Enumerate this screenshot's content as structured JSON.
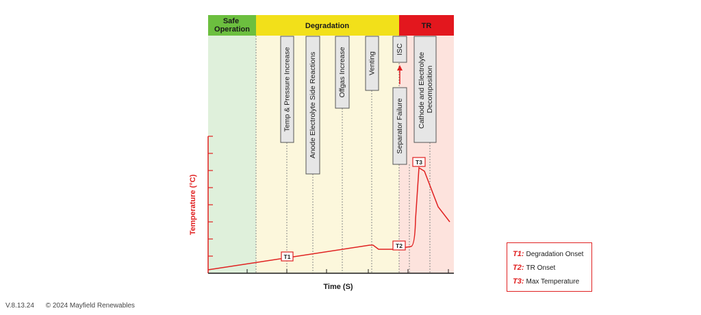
{
  "phases": [
    {
      "label": "Safe\nOperation",
      "color": "#6cbf3f",
      "bg": "#dff0db"
    },
    {
      "label": "Degradation",
      "color": "#f2e01a",
      "bg": "#fcf7dc"
    },
    {
      "label": "TR",
      "color": "#e3171e",
      "bg": "#fde3dd"
    }
  ],
  "events": [
    "Temp & Pressure Increase",
    "Anode Electrolyte Side Reactions",
    "Offgas Increase",
    "Venting",
    "ISC",
    "Separator Failure",
    "Cathode and Electrolyte\nDecomposition"
  ],
  "axes": {
    "y_label": "Temperature (°C)",
    "x_label": "Time (S)"
  },
  "markers": [
    "T1",
    "T2",
    "T3"
  ],
  "legend": [
    {
      "key": "T1:",
      "text": "Degradation Onset"
    },
    {
      "key": "T2:",
      "text": "TR Onset"
    },
    {
      "key": "T3:",
      "text": "Max Temperature"
    }
  ],
  "footer": {
    "version": "V.8.13.24",
    "copyright": "© 2024 Mayfield Renewables"
  },
  "colors": {
    "accent": "#e02020",
    "box_fill": "#e6e6e6",
    "box_stroke": "#555555"
  }
}
